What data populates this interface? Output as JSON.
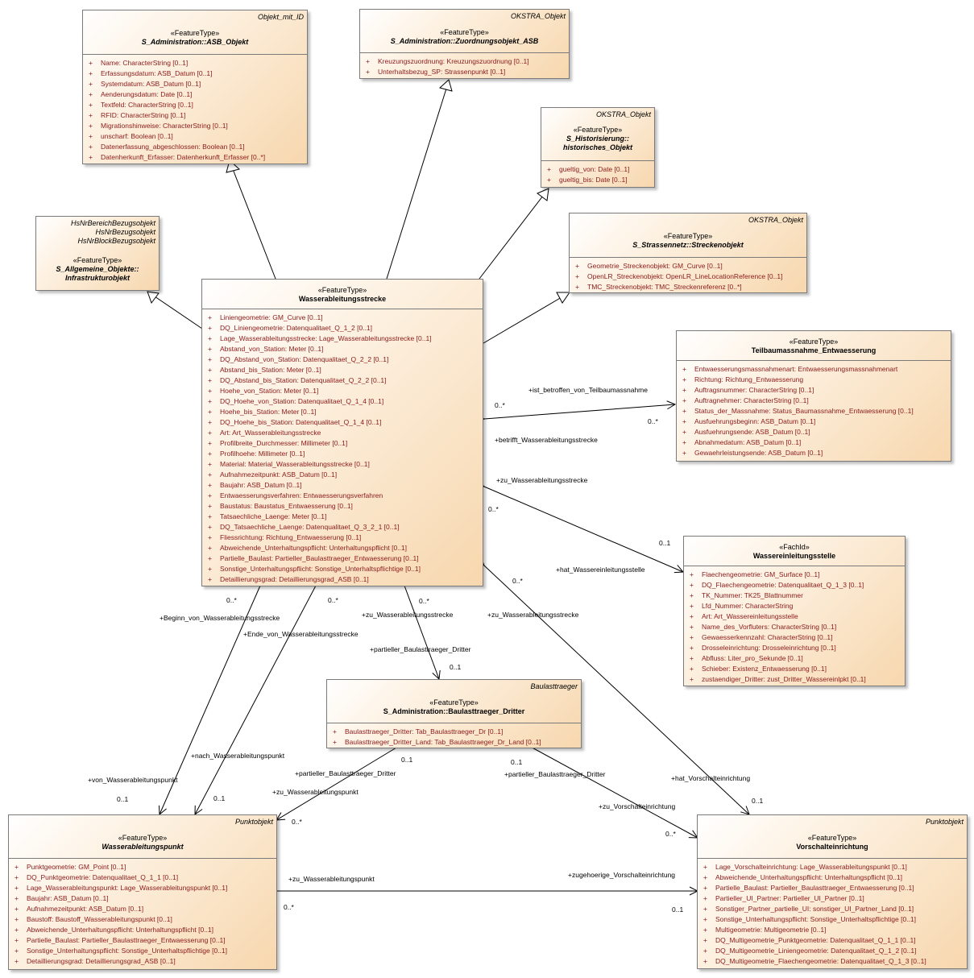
{
  "classes": {
    "asb_objekt": {
      "parent": "Objekt_mit_ID",
      "stereotype": "«FeatureType»",
      "name": "S_Administration::ASB_Objekt",
      "attributes": [
        "Name: CharacterString [0..1]",
        "Erfassungsdatum: ASB_Datum [0..1]",
        "Systemdatum: ASB_Datum [0..1]",
        "Aenderungsdatum: Date [0..1]",
        "Textfeld: CharacterString [0..1]",
        "RFID: CharacterString [0..1]",
        "Migrationshinweise: CharacterString [0..1]",
        "unscharf: Boolean [0..1]",
        "Datenerfassung_abgeschlossen: Boolean [0..1]",
        "Datenherkunft_Erfasser: Datenherkunft_Erfasser [0..*]"
      ]
    },
    "zuordnungsobjekt": {
      "parent": "OKSTRA_Objekt",
      "stereotype": "«FeatureType»",
      "name": "S_Administration::Zuordnungsobjekt_ASB",
      "attributes": [
        "Kreuzungszuordnung: Kreuzungszuordnung [0..1]",
        "Unterhaltsbezug_SP: Strassenpunkt [0..1]"
      ]
    },
    "historisches": {
      "parent": "OKSTRA_Objekt",
      "stereotype": "«FeatureType»",
      "name_line1": "S_Historisierung::",
      "name_line2": "historisches_Objekt",
      "attributes": [
        "gueltig_von: Date [0..1]",
        "gueltig_bis: Date [0..1]"
      ]
    },
    "infrastruktur": {
      "parent_line1": "HsNrBereichBezugsobjekt",
      "parent_line2": "HsNrBezugsobjekt",
      "parent_line3": "HsNrBlockBezugsobjekt",
      "stereotype": "«FeatureType»",
      "name_line1": "S_Allgemeine_Objekte::",
      "name_line2": "Infrastrukturobjekt"
    },
    "streckenobjekt": {
      "parent": "OKSTRA_Objekt",
      "stereotype": "«FeatureType»",
      "name": "S_Strassennetz::Streckenobjekt",
      "attributes": [
        "Geometrie_Streckenobjekt: GM_Curve [0..1]",
        "OpenLR_Streckenobjekt: OpenLR_LineLocationReference [0..1]",
        "TMC_Streckenobjekt: TMC_Streckenreferenz [0..*]"
      ]
    },
    "wasserableitungsstrecke": {
      "stereotype": "«FeatureType»",
      "name": "Wasserableitungsstrecke",
      "attributes": [
        "Liniengeometrie: GM_Curve [0..1]",
        "DQ_Liniengeometrie: Datenqualitaet_Q_1_2 [0..1]",
        "Lage_Wasserableitungsstrecke: Lage_Wasserableitungsstrecke [0..1]",
        "Abstand_von_Station: Meter [0..1]",
        "DQ_Abstand_von_Station: Datenqualitaet_Q_2_2 [0..1]",
        "Abstand_bis_Station: Meter [0..1]",
        "DQ_Abstand_bis_Station: Datenqualitaet_Q_2_2 [0..1]",
        "Hoehe_von_Station: Meter [0..1]",
        "DQ_Hoehe_von_Station: Datenqualitaet_Q_1_4 [0..1]",
        "Hoehe_bis_Station: Meter [0..1]",
        "DQ_Hoehe_bis_Station: Datenqualitaet_Q_1_4 [0..1]",
        "Art: Art_Wasserableitungsstrecke",
        "Profilbreite_Durchmesser: Millimeter [0..1]",
        "Profilhoehe: Millimeter [0..1]",
        "Material: Material_Wasserableitungsstrecke [0..1]",
        "Aufnahmezeitpunkt: ASB_Datum [0..1]",
        "Baujahr: ASB_Datum [0..1]",
        "Entwaesserungsverfahren: Entwaesserungsverfahren",
        "Baustatus: Baustatus_Entwaesserung [0..1]",
        "Tatsaechliche_Laenge: Meter [0..1]",
        "DQ_Tatsaechliche_Laenge: Datenqualitaet_Q_3_2_1 [0..1]",
        "Fliessrichtung: Richtung_Entwaesserung [0..1]",
        "Abweichende_Unterhaltungspflicht: Unterhaltungspflicht [0..1]",
        "Partielle_Baulast: Partieller_Baulasttraeger_Entwaesserung [0..1]",
        "Sonstige_Unterhaltungspflicht: Sonstige_Unterhaltspflichtige [0..1]",
        "Detaillierungsgrad: Detaillierungsgrad_ASB [0..1]"
      ]
    },
    "teilbaumassnahme": {
      "stereotype": "«FeatureType»",
      "name": "Teilbaumassnahme_Entwaesserung",
      "attributes": [
        "Entwaesserungsmassnahmenart: Entwaesserungsmassnahmenart",
        "Richtung: Richtung_Entwaesserung",
        "Auftragsnummer: CharacterString [0..1]",
        "Auftragnehmer: CharacterString [0..1]",
        "Status_der_Massnahme: Status_Baumassnahme_Entwaesserung [0..1]",
        "Ausfuehrungsbeginn: ASB_Datum [0..1]",
        "Ausfuehrungsende: ASB_Datum [0..1]",
        "Abnahmedatum: ASB_Datum [0..1]",
        "Gewaehrleistungsende: ASB_Datum [0..1]"
      ]
    },
    "wassereinleitungsstelle": {
      "stereotype": "«FachId»",
      "name": "Wassereinleitungsstelle",
      "attributes": [
        "Flaechengeometrie: GM_Surface [0..1]",
        "DQ_Flaechengeometrie: Datenqualitaet_Q_1_3 [0..1]",
        "TK_Nummer: TK25_Blattnummer",
        "Lfd_Nummer: CharacterString",
        "Art: Art_Wassereinleitungsstelle",
        "Name_des_Vorfluters: CharacterString [0..1]",
        "Gewaesserkennzahl: CharacterString [0..1]",
        "Drosseleinrichtung: Drosseleinrichtung [0..1]",
        "Abfluss: Liter_pro_Sekunde [0..1]",
        "Schieber: Existenz_Entwaesserung [0..1]",
        "zustaendiger_Dritter: zust_Dritter_Wassereinlpkt [0..1]"
      ]
    },
    "baulasttraeger": {
      "parent": "Baulasttraeger",
      "stereotype": "«FeatureType»",
      "name": "S_Administration::Baulasttraeger_Dritter",
      "attributes": [
        "Baulasttraeger_Dritter: Tab_Baulasttraeger_Dr [0..1]",
        "Baulasttraeger_Dritter_Land: Tab_Baulasttraeger_Dr_Land [0..1]"
      ]
    },
    "wasserableitungspunkt": {
      "parent": "Punktobjekt",
      "stereotype": "«FeatureType»",
      "name": "Wasserableitungspunkt",
      "attributes": [
        "Punktgeometrie: GM_Point [0..1]",
        "DQ_Punktgeometrie: Datenqualitaet_Q_1_1 [0..1]",
        "Lage_Wasserableitungspunkt: Lage_Wasserableitungspunkt [0..1]",
        "Baujahr: ASB_Datum [0..1]",
        "Aufnahmezeitpunkt: ASB_Datum [0..1]",
        "Baustoff: Baustoff_Wasserableitungspunkt [0..1]",
        "Abweichende_Unterhaltungspflicht: Unterhaltungspflicht [0..1]",
        "Partielle_Baulast: Partieller_Baulasttraeger_Entwaesserung [0..1]",
        "Sonstige_Unterhaltungspflicht: Sonstige_Unterhaltspflichtige [0..1]",
        "Detaillierungsgrad: Detaillierungsgrad_ASB [0..1]"
      ]
    },
    "vorschalteinrichtung": {
      "parent": "Punktobjekt",
      "stereotype": "«FeatureType»",
      "name": "Vorschalteinrichtung",
      "attributes": [
        "Lage_Vorschalteinrichtung: Lage_Wasserableitungspunkt [0..1]",
        "Abweichende_Unterhaltungspflicht: Unterhaltungspflicht [0..1]",
        "Partielle_Baulast: Partieller_Baulasttraeger_Entwaesserung [0..1]",
        "Partieller_UI_Partner: Partieller_UI_Partner [0..1]",
        "Sonstiger_Partner_partielle_UI: sonstiger_UI_Partner_Land [0..1]",
        "Sonstige_Unterhaltungspflicht: Sonstige_Unterhaltspflichtige [0..1]",
        "Multigeometrie: Multigeometrie [0..1]",
        "DQ_Multigeometrie_Punktgeometrie: Datenqualitaet_Q_1_1 [0..1]",
        "DQ_Multigeometrie_Liniengeometrie: Datenqualitaet_Q_1_2 [0..1]",
        "DQ_Multigeometrie_Flaechengeometrie: Datenqualitaet_Q_1_3 [0..1]"
      ]
    }
  },
  "labels": {
    "ist_betroffen": "+ist_betroffen_von_Teilbaumassnahme",
    "mult_tb_left": "0..*",
    "mult_tb_right": "0..*",
    "betrifft": "+betrifft_Wasserableitungsstrecke",
    "zu_was_1": "+zu_Wasserableitungsstrecke",
    "mult_we_left": "0..*",
    "mult_we_right": "0..1",
    "hat_wassereinleitungsstelle": "+hat_Wassereinleitungsstelle",
    "mult_vo_top": "0..*",
    "zu_was_vo": "+zu_Wasserableitungsstrecke",
    "mult_beginn": "0..*",
    "beginn": "+Beginn_von_Wasserableitungsstrecke",
    "mult_ende": "0..*",
    "ende": "+Ende_von_Wasserableitungsstrecke",
    "mult_bl_top": "0..*",
    "zu_was_bl": "+zu_Wasserableitungsstrecke",
    "partieller_bl_top": "+partieller_Baulasttraeger_Dritter",
    "mult_bl_strecke": "0..1",
    "nach_wap": "+nach_Wasserableitungspunkt",
    "von_wap": "+von_Wasserableitungspunkt",
    "mult_von": "0..1",
    "mult_nach": "0..1",
    "mult_bl_left_bottom": "0..1",
    "partieller_bl_left": "+partieller_Baulasttraeger_Dritter",
    "zu_wap_bl": "+zu_Wasserableitungspunkt",
    "mult_wap_bl": "0..*",
    "mult_bl_right_bottom": "0..1",
    "partieller_bl_right": "+partieller_Baulasttraeger_Dritter",
    "zu_vorschalt": "+zu_Vorschalteinrichtung",
    "mult_vo_bl": "0..*",
    "hat_vorschalt": "+hat_Vorschalteinrichtung",
    "mult_hat_vorschalt": "0..1",
    "zu_wap_bottom": "+zu_Wasserableitungspunkt",
    "zugehoerige_vorschalt": "+zugehoerige_Vorschalteinrichtung",
    "mult_bottom_left": "0..*",
    "mult_bottom_right": "0..1"
  }
}
